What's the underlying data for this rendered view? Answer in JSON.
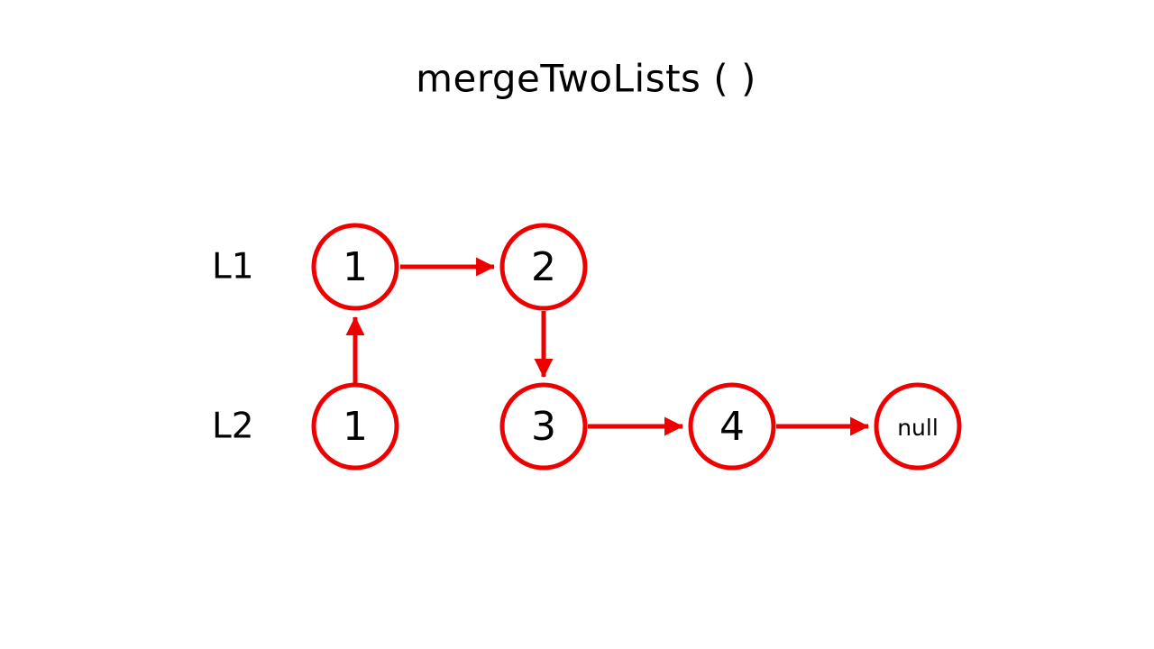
{
  "title": "mergeTwoLists ( )",
  "colors": {
    "stroke": "#ee0000",
    "text": "#000000",
    "background": "#ffffff"
  },
  "lists": [
    {
      "label": "L1"
    },
    {
      "label": "L2"
    }
  ],
  "nodes": {
    "l1_first": {
      "value": "1"
    },
    "l1_second": {
      "value": "2"
    },
    "l2_first": {
      "value": "1"
    },
    "l2_second": {
      "value": "3"
    },
    "l2_third": {
      "value": "4"
    },
    "l2_null": {
      "value": "null"
    }
  },
  "edges": [
    {
      "name": "edge-l1-1-to-2",
      "direction": "right"
    },
    {
      "name": "edge-2-to-3",
      "direction": "down"
    },
    {
      "name": "edge-l2-1-to-l1-1",
      "direction": "up"
    },
    {
      "name": "edge-3-to-4",
      "direction": "right"
    },
    {
      "name": "edge-4-to-null",
      "direction": "right"
    }
  ],
  "diagram_meta": {
    "type": "linked-list-merge",
    "stroke_width": 5,
    "node_radius": 48
  }
}
